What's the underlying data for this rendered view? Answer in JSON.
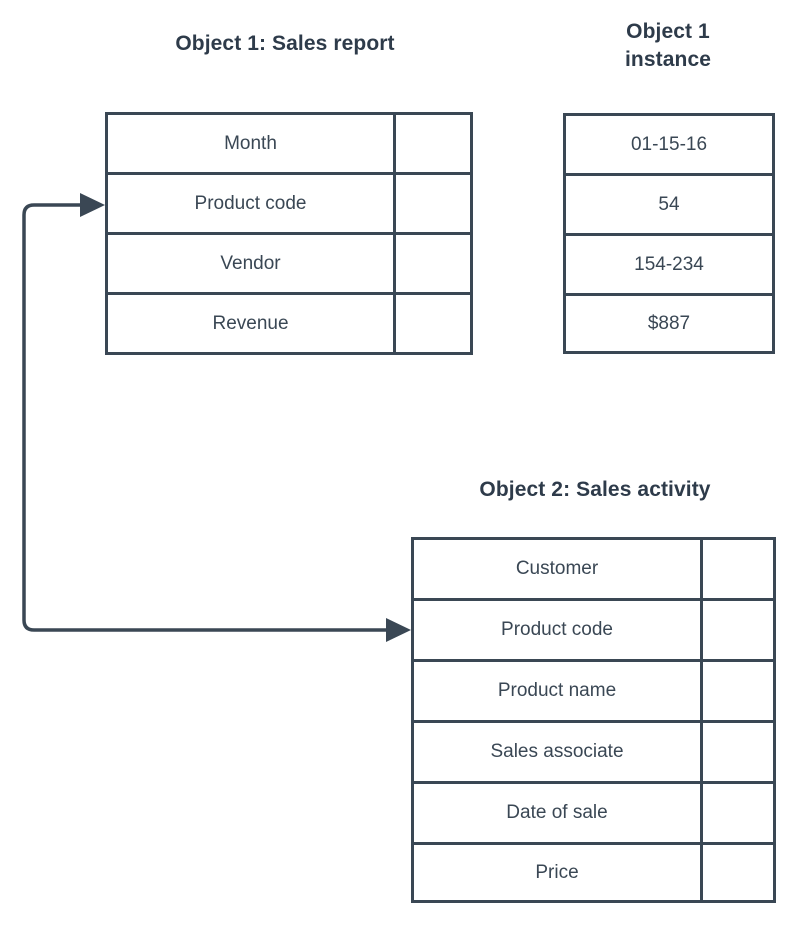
{
  "diagram": {
    "type": "entity-relationship",
    "background_color": "#ffffff",
    "line_color": "#3a4754",
    "text_color": "#3a4754",
    "heading_color": "#2e3b4a"
  },
  "objects": {
    "object1": {
      "heading": "Object 1: Sales report",
      "fields": [
        {
          "label": "Month"
        },
        {
          "label": "Product code"
        },
        {
          "label": "Vendor"
        },
        {
          "label": "Revenue"
        }
      ]
    },
    "instance": {
      "heading": "Object 1\ninstance",
      "values": [
        {
          "label": "01-15-16"
        },
        {
          "label": "54"
        },
        {
          "label": "154-234"
        },
        {
          "label": "$887"
        }
      ]
    },
    "object2": {
      "heading": "Object 2: Sales activity",
      "fields": [
        {
          "label": "Customer"
        },
        {
          "label": "Product code"
        },
        {
          "label": "Product name"
        },
        {
          "label": "Sales associate"
        },
        {
          "label": "Date of sale"
        },
        {
          "label": "Price"
        }
      ]
    }
  },
  "connector": {
    "name": "product-code-relationship",
    "from_field": "Product code",
    "to_field": "Product code",
    "arrowheads": 2
  }
}
